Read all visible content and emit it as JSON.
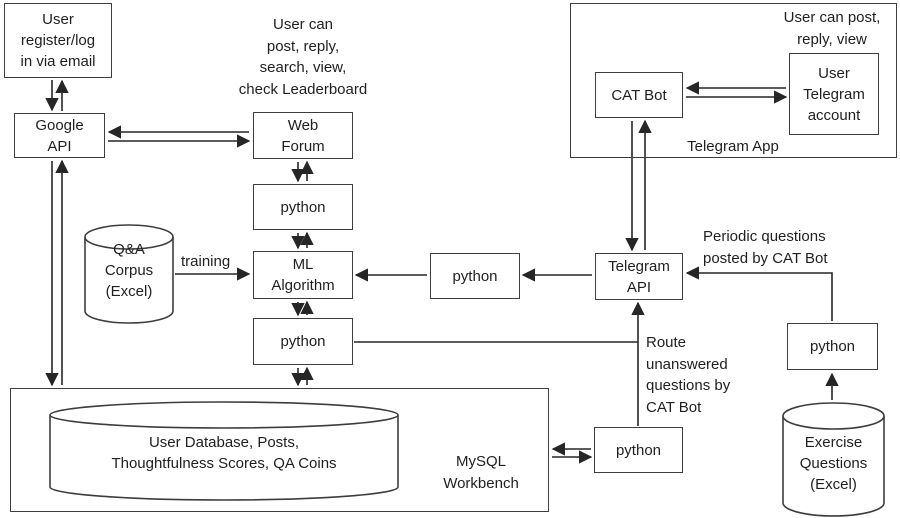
{
  "boxes": {
    "user_register": "User\nregister/log\nin via email",
    "google_api": "Google\nAPI",
    "web_forum": "Web\nForum",
    "python_top": "python",
    "ml_algorithm": "ML\nAlgorithm",
    "python_mid": "python",
    "python_mid_right": "python",
    "telegram_api": "Telegram\nAPI",
    "cat_bot": "CAT Bot",
    "user_telegram": "User\nTelegram\naccount",
    "python_bottom": "python",
    "python_right": "python"
  },
  "containers": {
    "telegram_app": "Telegram App",
    "mysql_workbench": "MySQL\nWorkbench"
  },
  "cylinders": {
    "qa_corpus": "Q&A\nCorpus\n(Excel)",
    "user_database": "User Database, Posts,\nThoughtfulness Scores, QA Coins",
    "exercise_questions": "Exercise\nQuestions\n(Excel)"
  },
  "annotations": {
    "web_forum_caption": "User can\npost, reply,\nsearch, view,\ncheck Leaderboard",
    "telegram_caption": "User can post,\nreply, view",
    "periodic_questions": "Periodic questions\nposted by CAT Bot",
    "route_unanswered": "Route\nunanswered\nquestions by\nCAT Bot",
    "training": "training"
  },
  "colors": {
    "stroke": "#262626",
    "text": "#1f1f1f",
    "background": "#ffffff"
  }
}
